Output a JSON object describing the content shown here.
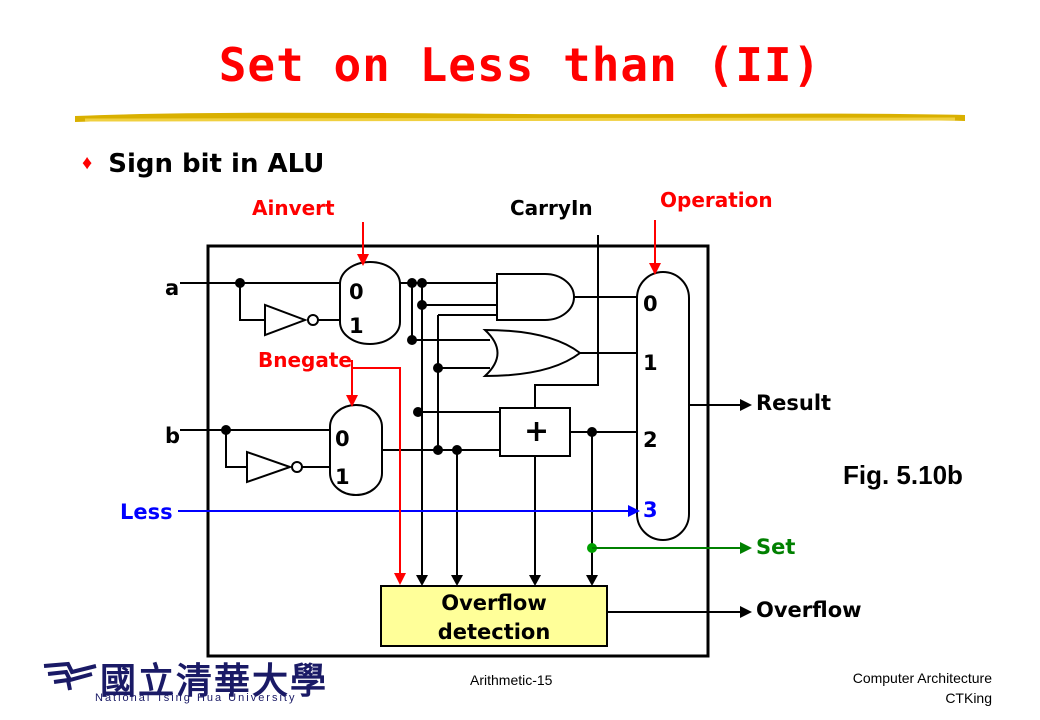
{
  "slide": {
    "title": "Set on Less than (II)",
    "bullet": "Sign bit in ALU",
    "figure_label": "Fig. 5.10b"
  },
  "diagram": {
    "inputs": {
      "a": "a",
      "b": "b",
      "less": "Less"
    },
    "controls": {
      "ainvert": "Ainvert",
      "bnegate": "Bnegate",
      "carryin": "CarryIn",
      "operation": "Operation"
    },
    "mux_a": {
      "in0": "0",
      "in1": "1"
    },
    "mux_b": {
      "in0": "0",
      "in1": "1"
    },
    "adder": "+",
    "mux_op": {
      "in0": "0",
      "in1": "1",
      "in2": "2",
      "in3": "3"
    },
    "outputs": {
      "result": "Result",
      "set": "Set",
      "overflow": "Overflow"
    },
    "overflow_box": {
      "line1": "Overflow",
      "line2": "detection"
    },
    "colors": {
      "title": "#ff0000",
      "control": "#ff0000",
      "less": "#0000ff",
      "set": "#008000",
      "box": "#ffff99"
    }
  },
  "footer": {
    "university_zh": "國立清華大學",
    "university_en": "National Tsing Hua University",
    "page": "Arithmetic-15",
    "course": "Computer Architecture",
    "author": "CTKing"
  }
}
